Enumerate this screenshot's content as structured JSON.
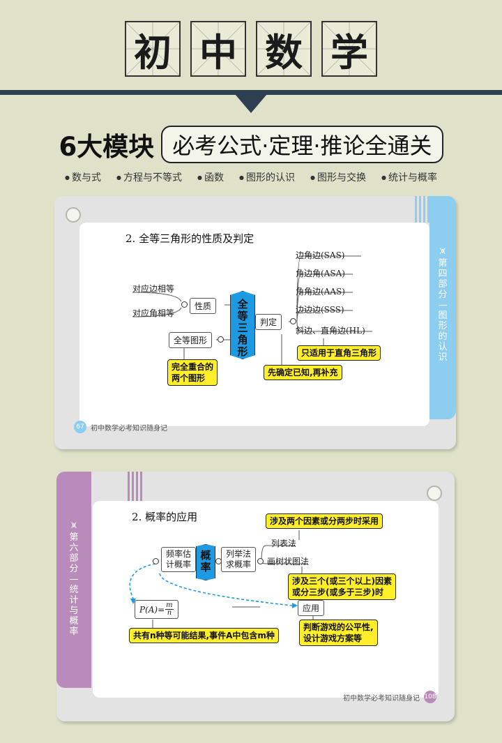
{
  "header": {
    "title_chars": [
      "初",
      "中",
      "数",
      "学"
    ],
    "module_big": "6大模块",
    "module_tagline": "必考公式·定理·推论全通关",
    "categories": [
      "数与式",
      "方程与不等式",
      "函数",
      "图形的认识",
      "图形与交换",
      "统计与概率"
    ]
  },
  "card1": {
    "section_title": "2. 全等三角形的性质及判定",
    "side_tab": "第四部分—图形的认识",
    "center": "全等三角形",
    "property": "性质",
    "judge": "判定",
    "left_items": [
      "对应边相等",
      "对应角相等"
    ],
    "congruent_figure": "全等图形",
    "yellow_overlap": [
      "完全重合的",
      "两个图形"
    ],
    "criteria": [
      "边角边(SAS)",
      "角边角(ASA)",
      "角角边(AAS)",
      "边边边(SSS)",
      "斜边、直角边(HL)"
    ],
    "yellow_hl": "只适用于直角三角形",
    "yellow_known": "先确定已知,再补充",
    "page_number": "67",
    "footer": "初中数学必考知识随身记"
  },
  "card2": {
    "section_title": "2. 概率的应用",
    "side_tab": "第六部分—统计与概率",
    "center": "概率",
    "freq": [
      "频率估",
      "计概率"
    ],
    "list_method": [
      "列举法",
      "求概率"
    ],
    "table_method": "列表法",
    "tree_method": "画树状图法",
    "yellow_two": "涉及两个因素或分两步时采用",
    "yellow_three": [
      "涉及三个(或三个以上)因素",
      "或分三步(或多于三步)时"
    ],
    "formula_lhs": "P(A)=",
    "formula_num": "m",
    "formula_den": "n",
    "application": "应用",
    "yellow_game": [
      "判断游戏的公平性,",
      "设计游戏方案等"
    ],
    "yellow_formula": "共有n种等可能结果,事件A中包含m种",
    "page_number": "108",
    "footer": "初中数学必考知识随身记"
  }
}
